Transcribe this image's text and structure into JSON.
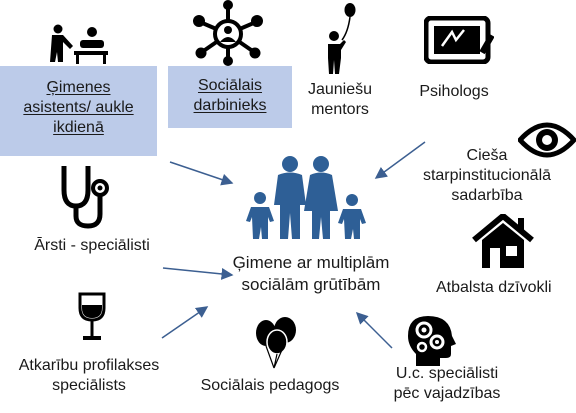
{
  "center": {
    "line1": "Ģimene ar multiplām",
    "line2": "sociālām grūtībām"
  },
  "nodes": {
    "family_assistant": {
      "line1": "Ģimenes",
      "line2": "asistents/ aukle",
      "line3": "ikdienā"
    },
    "social_worker": {
      "line1": "Sociālais",
      "line2": "darbinieks"
    },
    "youth_mentors": {
      "line1": "Jauniešu",
      "line2": "mentors"
    },
    "psychologist": {
      "line1": "Psihologs"
    },
    "interinstitutional": {
      "line1": "Cieša",
      "line2": "starpinstitucionālā",
      "line3": "sadarbība"
    },
    "doctors": {
      "line1": "Ārsti - speciālisti"
    },
    "support_housing": {
      "line1": "Atbalsta dzīvokli"
    },
    "addiction_prevention": {
      "line1": "Atkarību profilakses",
      "line2": "speciālists"
    },
    "social_pedagogue": {
      "line1": "Sociālais pedagogs"
    },
    "other_specialists": {
      "line1": "U.c. speciālisti",
      "line2": "pēc vajadzības"
    }
  },
  "icons": {
    "family_assistant": "baby-changing-icon",
    "social_worker": "social-network-icon",
    "youth_mentors": "child-balloon-icon",
    "psychologist": "monitor-icon",
    "interinstitutional": "eye-icon",
    "doctors": "stethoscope-icon",
    "support_housing": "house-icon",
    "addiction_prevention": "wine-glass-icon",
    "social_pedagogue": "balloons-icon",
    "other_specialists": "head-gears-icon",
    "center": "family-icon"
  },
  "colors": {
    "family": "#2e5f96",
    "box_fill": "#bccbe9",
    "arrow": "#3c5f91",
    "icon": "#000000"
  }
}
